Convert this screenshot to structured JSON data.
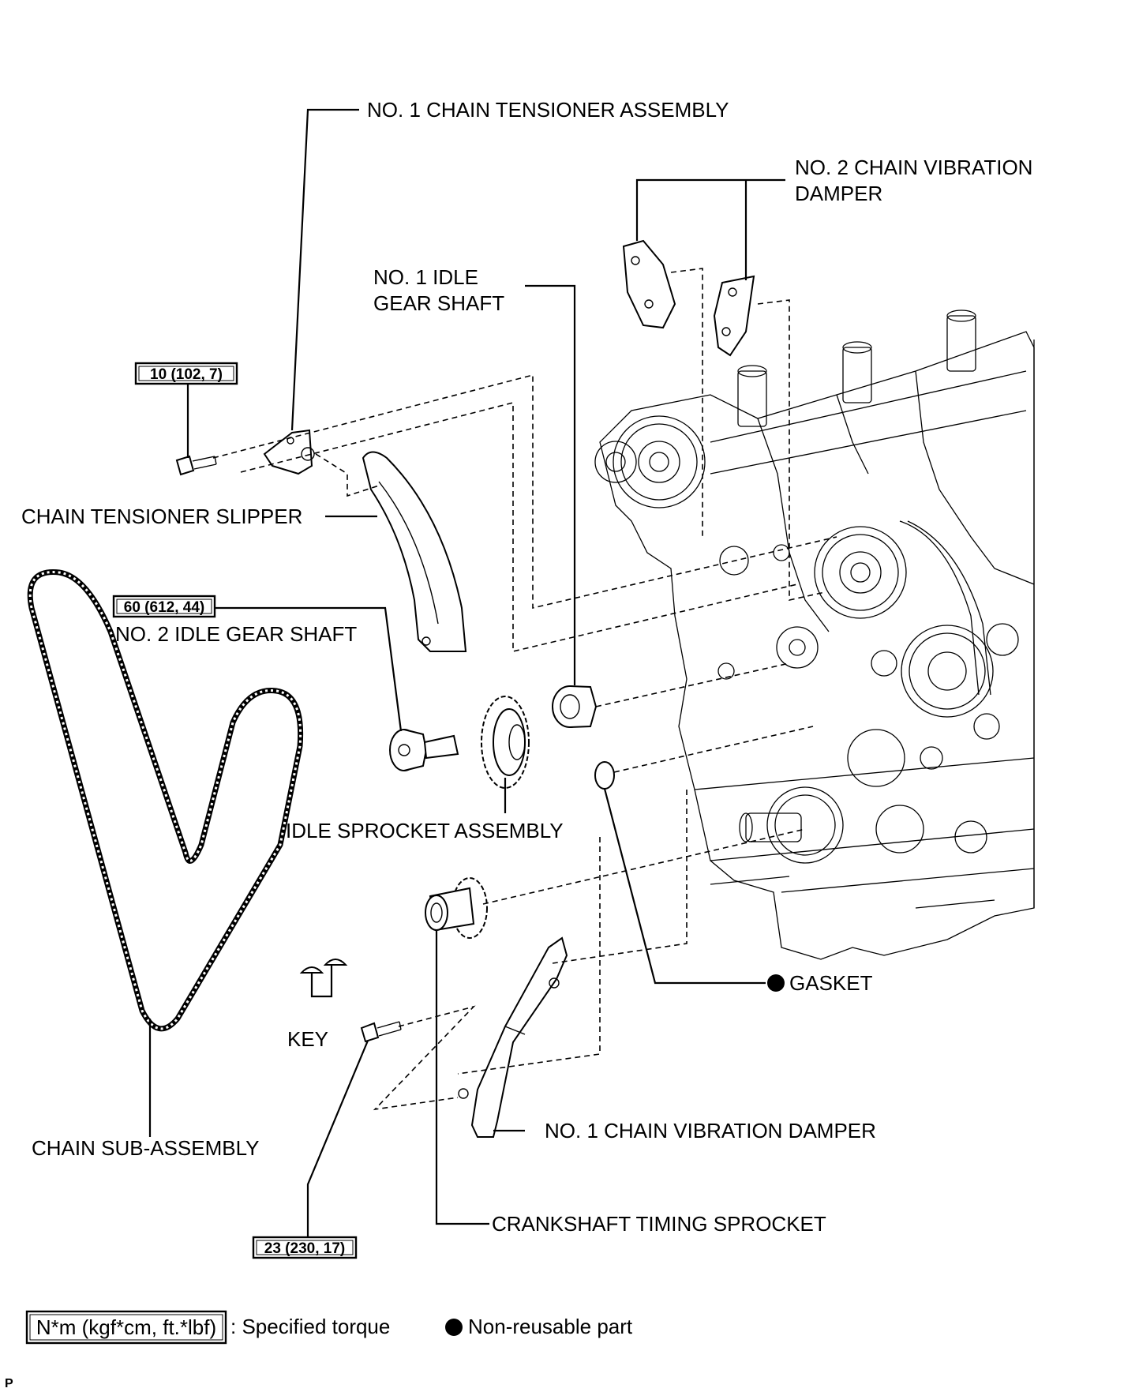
{
  "labels": {
    "no1_chain_tensioner_assembly": "NO. 1 CHAIN TENSIONER ASSEMBLY",
    "no2_chain_vibration_damper_line1": "NO. 2 CHAIN VIBRATION",
    "no2_chain_vibration_damper_line2": "DAMPER",
    "no1_idle_gear_shaft_line1": "NO. 1 IDLE",
    "no1_idle_gear_shaft_line2": "GEAR SHAFT",
    "chain_tensioner_slipper": "CHAIN TENSIONER SLIPPER",
    "no2_idle_gear_shaft": "NO. 2 IDLE GEAR SHAFT",
    "idle_sprocket_assembly": "IDLE SPROCKET ASSEMBLY",
    "gasket": "GASKET",
    "key": "KEY",
    "no1_chain_vibration_damper": "NO. 1 CHAIN VIBRATION DAMPER",
    "chain_sub_assembly": "CHAIN SUB-ASSEMBLY",
    "crankshaft_timing_sprocket": "CRANKSHAFT TIMING SPROCKET"
  },
  "torques": {
    "tensioner_bolt": "10 (102, 7)",
    "idle_gear_shaft": "60 (612, 44)",
    "damper_bolt": "23 (230, 17)"
  },
  "legend": {
    "torque_unit": "N*m (kgf*cm, ft.*lbf)",
    "torque_desc": ": Specified torque",
    "nonreusable_desc": "Non-reusable part"
  },
  "footer_code": "P"
}
